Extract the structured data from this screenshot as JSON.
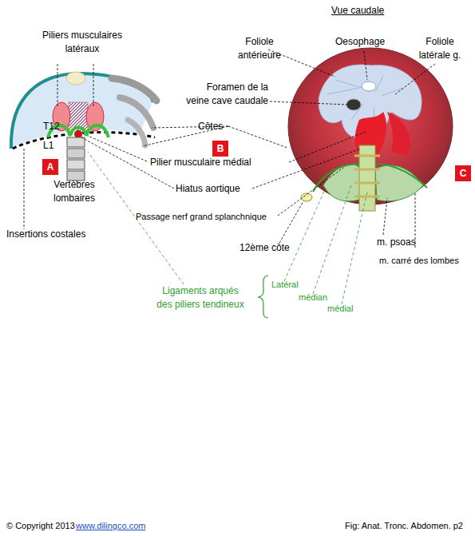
{
  "diagram": {
    "nodes": [
      {
        "text": [
          "A"
        ]
      },
      {
        "text": [
          "B"
        ]
      },
      {
        "text": [
          "C"
        ]
      }
    ],
    "labels": [
      "Vue caudale",
      "Piliers musculaires latéraux",
      "Foliole antérieure",
      "Oesophage",
      "Foliole latérale g.",
      "Foramen de la veine cave caudale",
      "Côtes",
      "T12",
      "L1",
      "Pilier musculaire médial",
      "Vertèbres lombaires",
      "Hiatus aortique",
      "Passage nerf grand splanchnique",
      "Insertions costales",
      "12ème côte",
      "m. psoas",
      "m. carré des lombes",
      "Ligaments arqués des piliers tendineux",
      "Latéral",
      "médian",
      "médial",
      "© Copyright 2013",
      "www.dilingco.com",
      "Fig:  Anat. Tronc. Abdomen. p2"
    ]
  }
}
